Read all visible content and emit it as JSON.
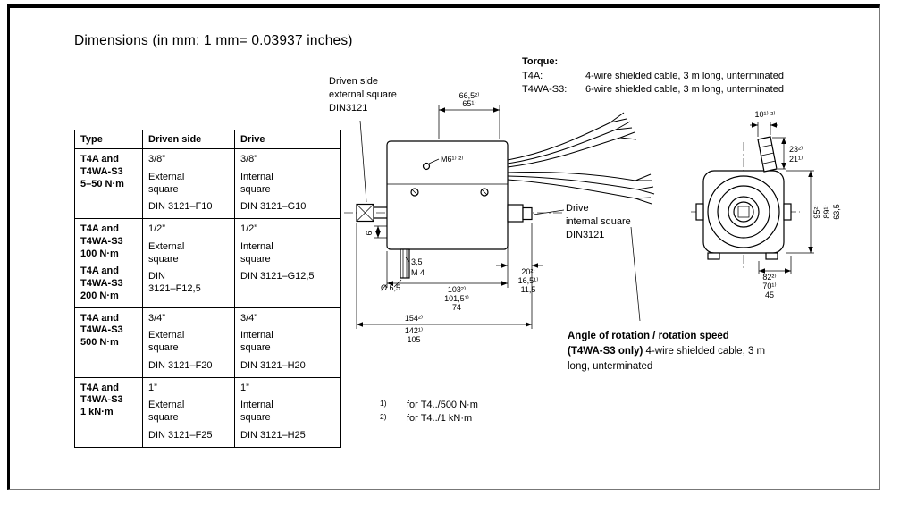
{
  "page": {
    "title": "Dimensions (in mm; 1 mm= 0.03937 inches)"
  },
  "table": {
    "headers": [
      "Type",
      "Driven side",
      "Drive"
    ],
    "rows": [
      {
        "type": [
          "T4A and\nT4WA-S3\n5–50 N·m"
        ],
        "driven": [
          "3/8”",
          "External\nsquare",
          "DIN 3121–F10"
        ],
        "drive": [
          "3/8”",
          "Internal\nsquare",
          "DIN 3121–G10"
        ]
      },
      {
        "type": [
          "T4A and\nT4WA-S3\n100 N·m",
          "T4A and\nT4WA-S3\n200 N·m"
        ],
        "driven": [
          "1/2”",
          "External\nsquare",
          "DIN\n3121–F12,5"
        ],
        "drive": [
          "1/2”",
          "Internal\nsquare",
          "DIN 3121–G12,5"
        ]
      },
      {
        "type": [
          "T4A and\nT4WA-S3\n500 N·m"
        ],
        "driven": [
          "3/4”",
          "External\nsquare",
          "DIN 3121–F20"
        ],
        "drive": [
          "3/4”",
          "Internal\nsquare",
          "DIN 3121–H20"
        ]
      },
      {
        "type": [
          "T4A and\nT4WA-S3\n1 kN·m"
        ],
        "driven": [
          "1”",
          "External\nsquare",
          "DIN 3121–F25"
        ],
        "drive": [
          "1”",
          "Internal\nsquare",
          "DIN 3121–H25"
        ]
      }
    ]
  },
  "notes": {
    "driven_side": "Driven side\nexternal square\nDIN3121",
    "drive": "Drive\ninternal square\nDIN3121",
    "torque_title": "Torque:",
    "torque_rows": [
      {
        "label": "T4A:",
        "text": "4-wire shielded cable, 3 m long, unterminated"
      },
      {
        "label": "T4WA-S3:",
        "text": "6-wire shielded cable, 3 m long, unterminated"
      }
    ],
    "angle_title": "Angle of rotation / rotation speed",
    "angle_bold": "(T4WA-S3 only)",
    "angle_rest": " 4-wire shielded cable, 3 m",
    "angle_rest2": "long, unterminated"
  },
  "footnotes": [
    {
      "marker": "1)",
      "text": "for T4../500 N·m"
    },
    {
      "marker": "2)",
      "text": "for T4../1 kN·m"
    }
  ],
  "dims": {
    "side_top": [
      "66,5²⁾",
      "65¹⁾"
    ],
    "m6": "M6¹⁾ ²⁾",
    "h6": "6",
    "pin_width": "3,5",
    "pin_thread": "M 4",
    "pin_dia": "Ø 6,5",
    "len_mid": [
      "103²⁾",
      "101,5¹⁾",
      "74"
    ],
    "stub": [
      "20²⁾",
      "16,5¹⁾",
      "11,5"
    ],
    "len_total": [
      "154²⁾",
      "142¹⁾",
      "105"
    ],
    "front_top": "10¹⁾ ²⁾",
    "front_conn": [
      "23²⁾",
      "21¹⁾"
    ],
    "front_height": [
      "95²⁾",
      "89¹⁾",
      "63,5"
    ],
    "front_width": [
      "82²⁾",
      "70¹⁾",
      "45"
    ]
  }
}
